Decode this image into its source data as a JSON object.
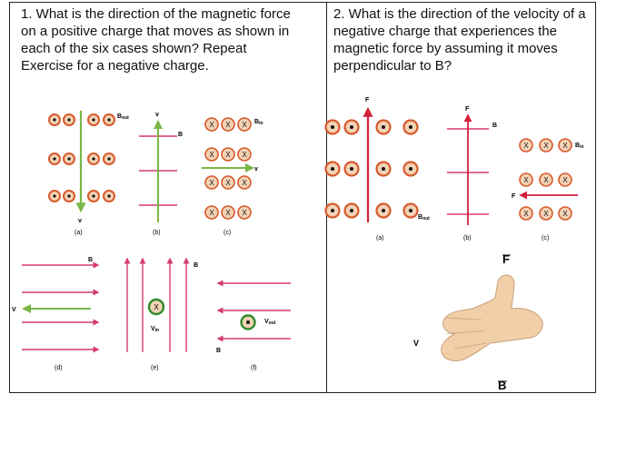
{
  "q1": {
    "text": "1. What is the direction of the magnetic force on a positive charge that moves as shown in each of the six cases shown? Repeat Exercise for a negative charge."
  },
  "q2": {
    "text": "2. What is the direction of the velocity of a negative charge that experiences the magnetic force by assuming it moves perpendicular to B?"
  },
  "labels": {
    "bout": "B",
    "bout_sub": "out",
    "bin": "B",
    "bin_sub": "in",
    "vout": "V",
    "vout_sub": "out",
    "vin": "V",
    "vin_sub": "in",
    "v": "V",
    "v_lower": "v",
    "b": "B",
    "f": "F",
    "x": "X",
    "a": "(a)",
    "b_case": "(b)",
    "c": "(c)",
    "d": "(d)",
    "e": "(e)",
    "f_case": "(f)",
    "fvec": "F",
    "bvec": "B"
  },
  "colors": {
    "field_line": "#d63a6e",
    "velocity_green": "#7ab648",
    "charge_fill": "#f3d2b5",
    "charge_ring": "#d65a2c",
    "circle_green": "#2f8a2f",
    "hand_skin": "#f1cfa8"
  }
}
